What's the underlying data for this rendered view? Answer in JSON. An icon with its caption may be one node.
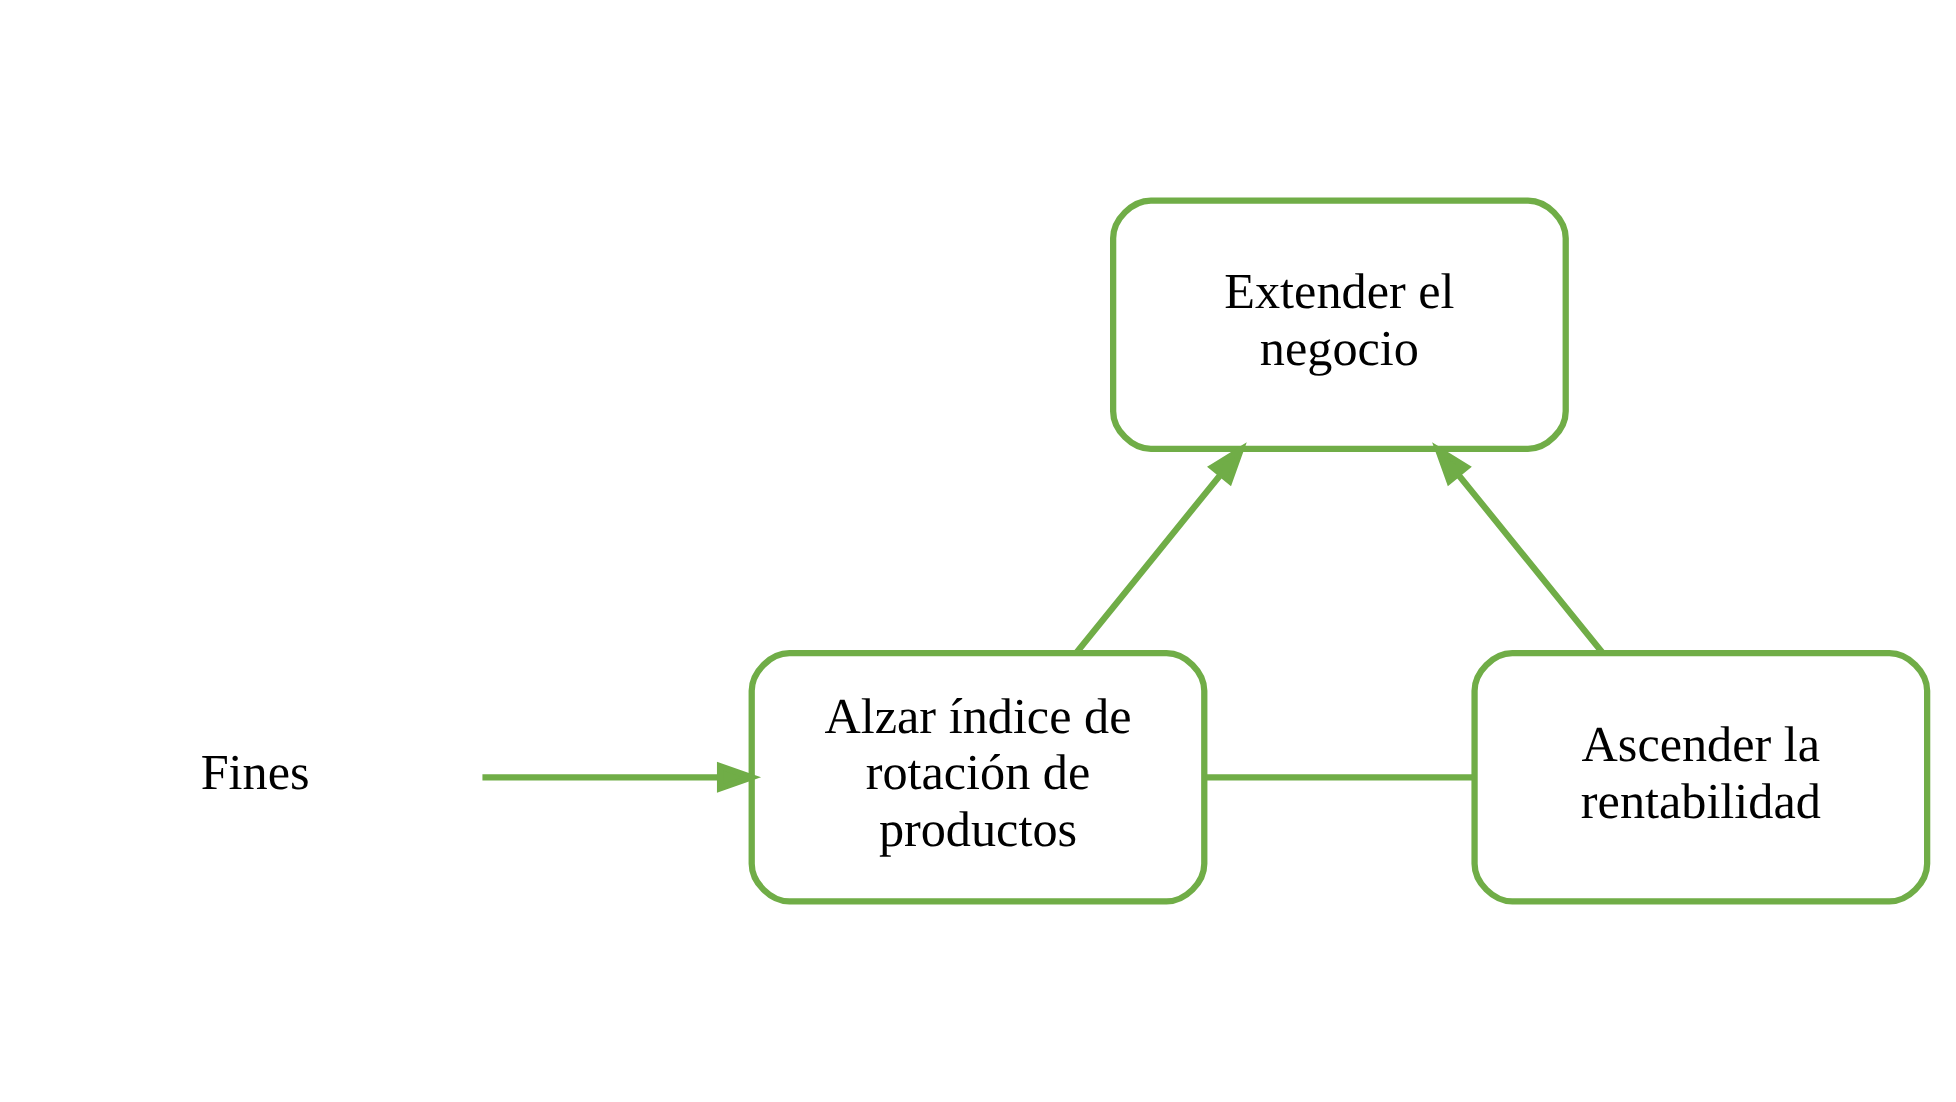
{
  "diagram": {
    "nodes": [
      {
        "text": [
          "Extender el negocio"
        ]
      },
      {
        "text": [
          "Fines"
        ]
      },
      {
        "text": [
          "Alzar índice de rotación de productos"
        ]
      },
      {
        "text": [
          "Ascender la rentabilidad"
        ]
      }
    ],
    "edges": [
      {
        "from": 1,
        "to": 2,
        "arrow": "to"
      },
      {
        "from": 2,
        "to": 0,
        "arrow": "to"
      },
      {
        "from": 3,
        "to": 0,
        "arrow": "to"
      },
      {
        "from": 2,
        "to": 3,
        "arrow": "none"
      }
    ]
  }
}
